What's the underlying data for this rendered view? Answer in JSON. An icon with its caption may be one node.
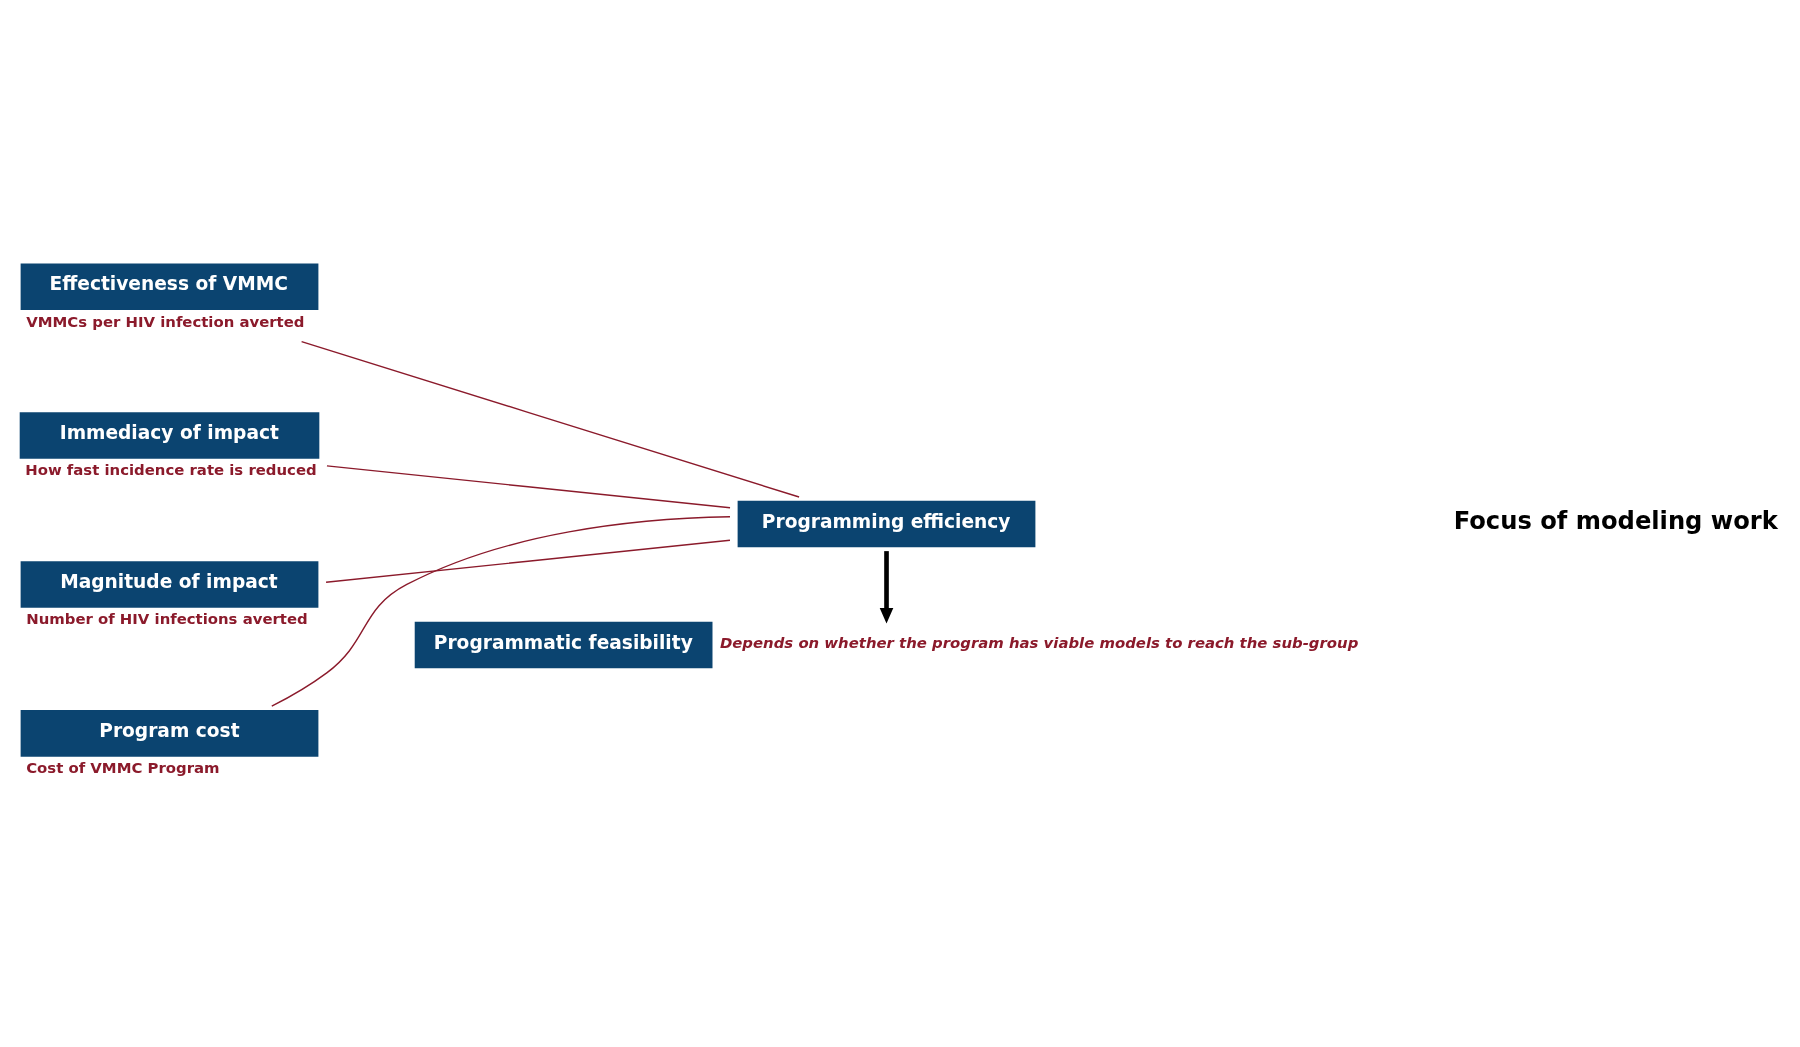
{
  "diagram": {
    "nodes": [
      {
        "text": [
          "Effectiveness of VMMC"
        ],
        "beside": [
          "VMMCs per HIV infection averted"
        ]
      },
      {
        "text": [
          "Immediacy of impact"
        ],
        "beside": [
          "How fast incidence rate is reduced"
        ]
      },
      {
        "text": [
          "Magnitude of impact"
        ],
        "beside": [
          "Number of HIV infections averted"
        ]
      },
      {
        "text": [
          "Program cost"
        ],
        "beside": [
          "Cost of VMMC Program"
        ]
      },
      {
        "text": [
          "Programming efficiency"
        ]
      },
      {
        "text": [
          "Programmatic feasibility"
        ],
        "beside": [
          "Depends on whether the program has viable models to reach the sub-group"
        ]
      }
    ],
    "edges": [
      {
        "from": 0,
        "to": 4,
        "arrow": "none"
      },
      {
        "from": 1,
        "to": 4,
        "arrow": "none"
      },
      {
        "from": 2,
        "to": 4,
        "arrow": "none"
      },
      {
        "from": 3,
        "to": 4,
        "arrow": "none"
      },
      {
        "from": 4,
        "to": 5,
        "arrow": "to",
        "style": "thick",
        "color": "#000000"
      }
    ],
    "labels": [
      "Focus of modeling work"
    ]
  }
}
